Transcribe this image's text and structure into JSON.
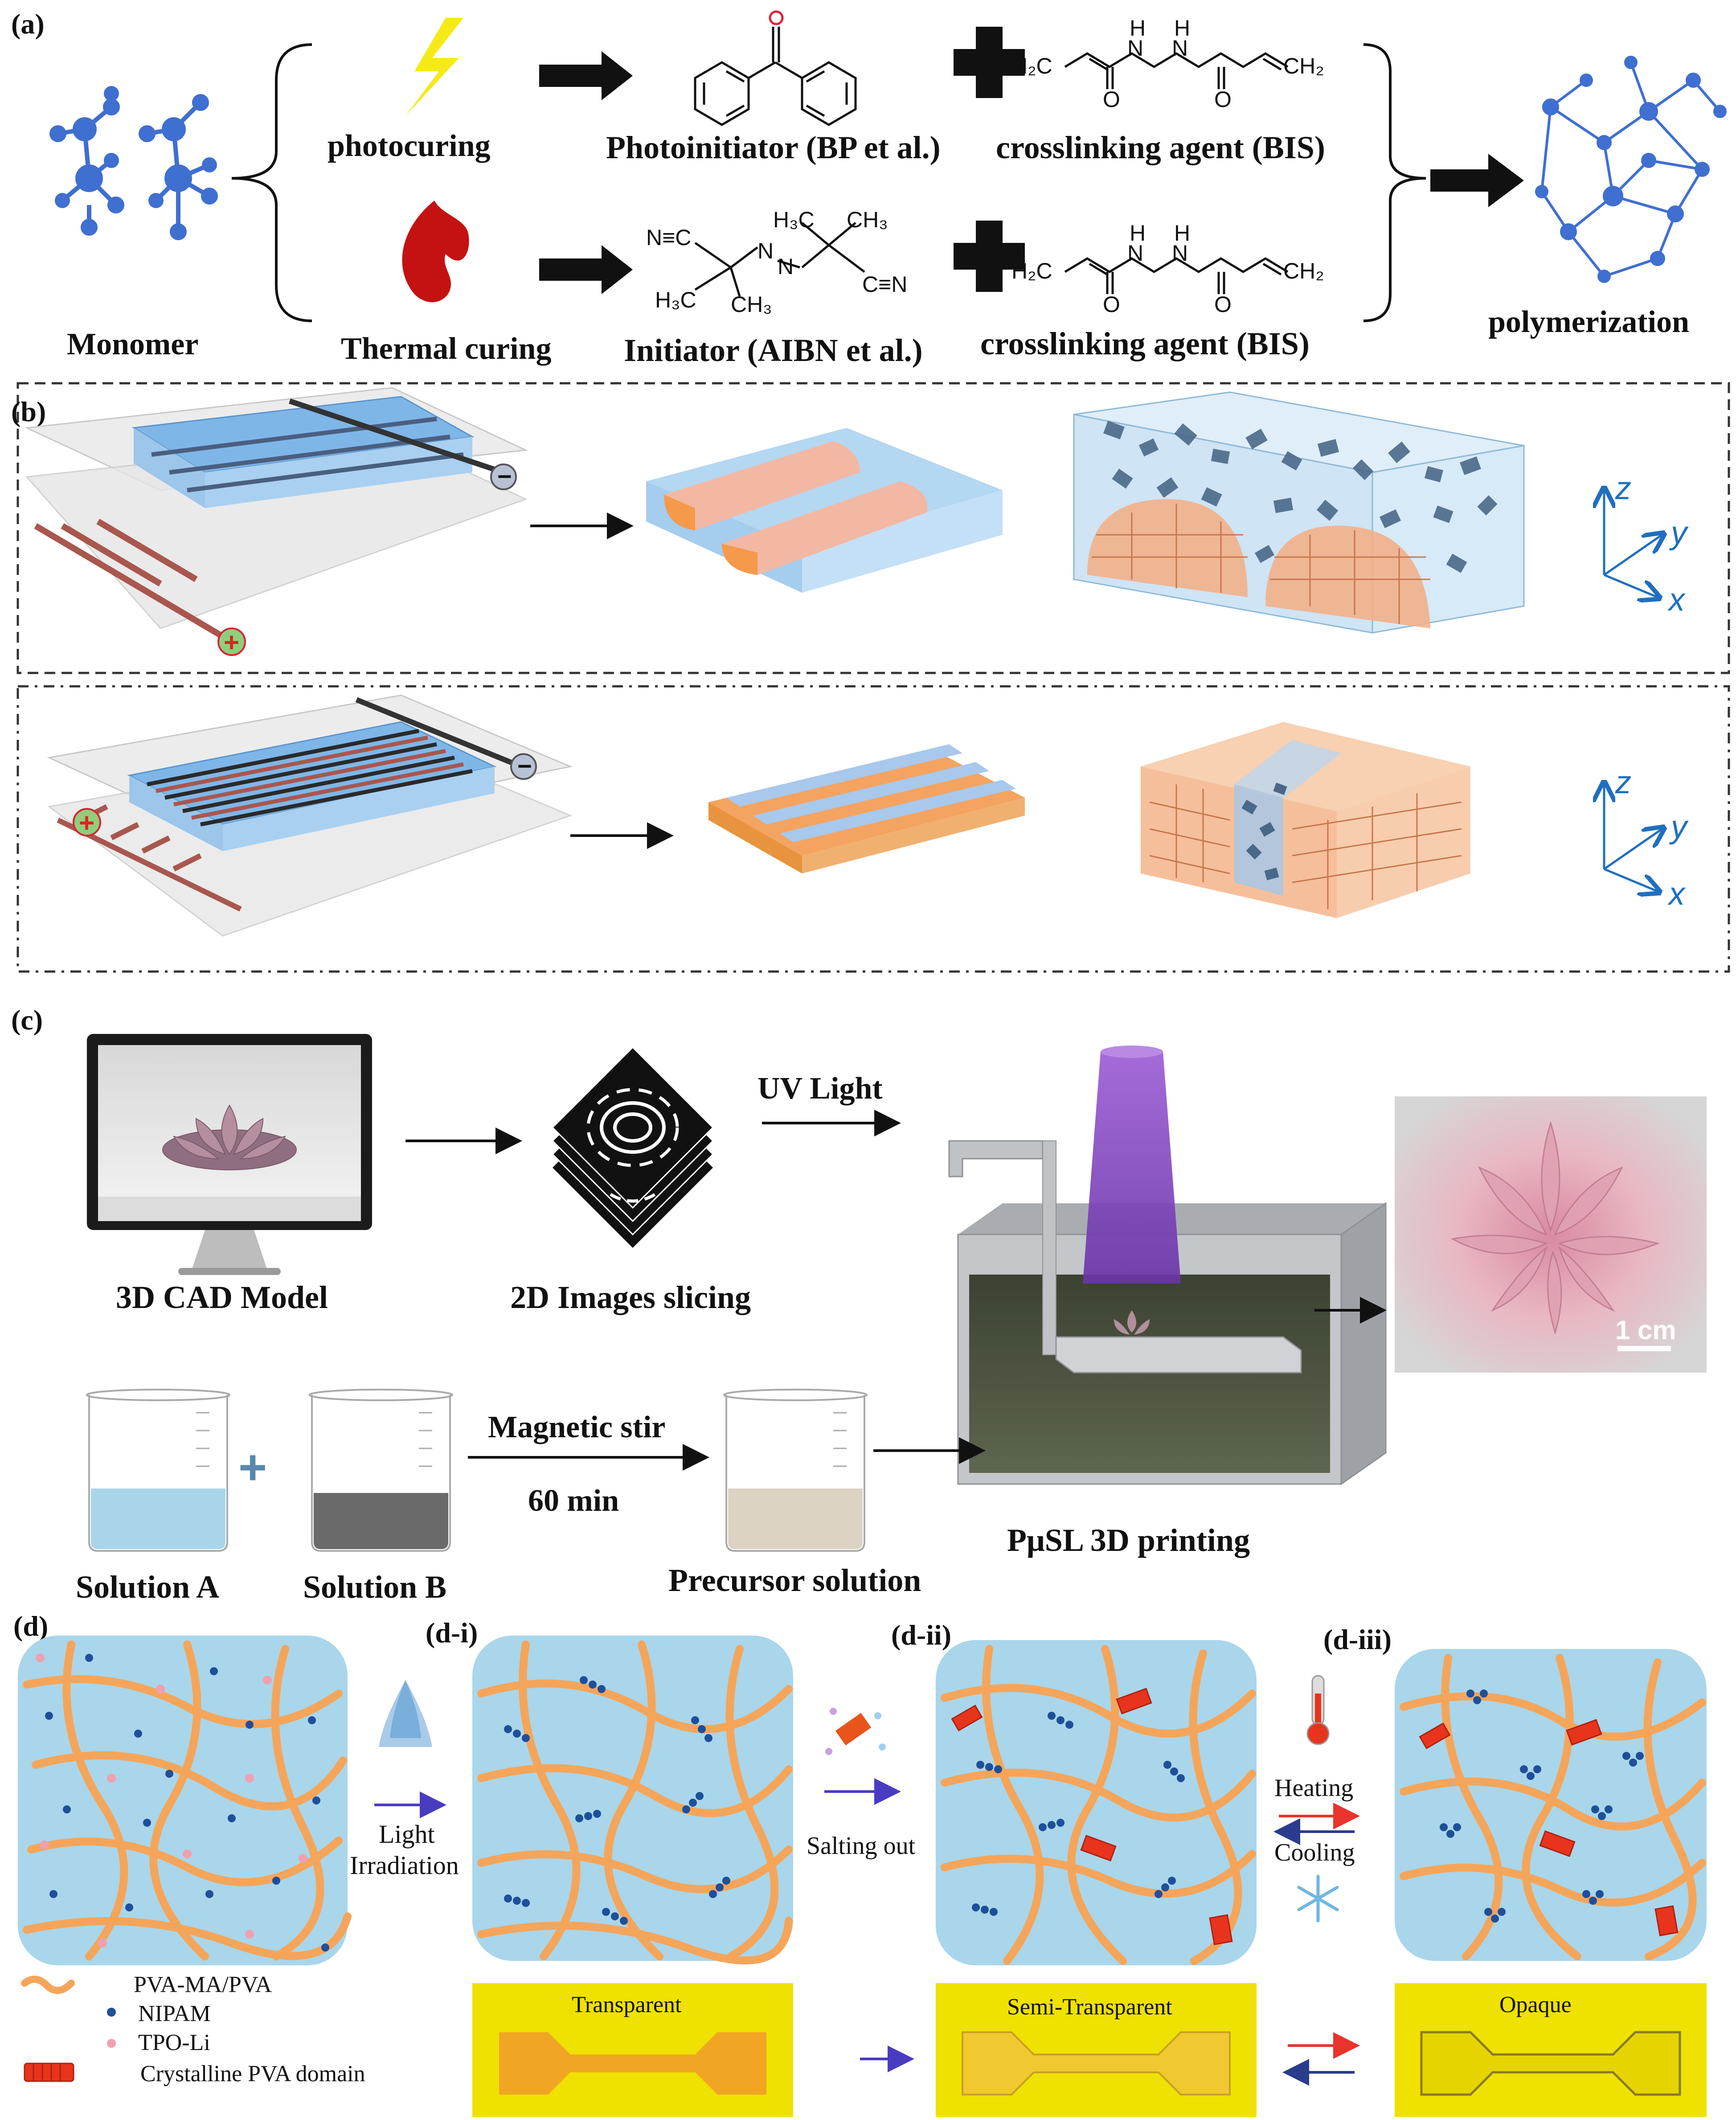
{
  "colors": {
    "monomer_blue": "#3f6fd0",
    "hydrogel_blue": "#a9d6ea",
    "pva_orange": "#f5a55a",
    "nipam_blue": "#1f4f9a",
    "crystal_red": "#e8341c",
    "solution_a_text": "#3b6f96",
    "solution_b_text": "#b8323c",
    "axis_blue": "#1f6fc0",
    "uv_purple": "#8a4cc7",
    "sample_yellow": "#efe100"
  },
  "panel_a": {
    "label": "(a)",
    "monomer_label": "Monomer",
    "photocuring_label": "photocuring",
    "thermal_label": "Thermal curing",
    "photoinitiator_label": "Photoinitiator (BP et al.)",
    "initiator_label": "Initiator (AIBN et al.)",
    "crosslinker_label_top": "crosslinking agent (BIS)",
    "crosslinker_label_bottom": "crosslinking agent (BIS)",
    "polymerization_label": "polymerization",
    "chem": {
      "h2c": "H₂C",
      "ch2": "CH₂",
      "n": "N",
      "h": "H",
      "o": "O",
      "nc": "N≡C",
      "cn": "C≡N",
      "h3c_top": "H₃C",
      "ch3_top": "CH₃",
      "h3c_bottom": "H₃C",
      "ch3_bottom": "CH₃"
    },
    "icons": [
      "lightning-icon",
      "flame-icon",
      "plus-icon"
    ]
  },
  "panel_b": {
    "label": "(b)",
    "minus": "−",
    "plus": "+",
    "axis_z": "z",
    "axis_y": "y",
    "axis_x": "x"
  },
  "panel_c": {
    "label": "(c)",
    "cad_label": "3D CAD Model",
    "slicing_label": "2D Images slicing",
    "uv_label": "UV Light",
    "printing_label": "PμSL 3D printing",
    "scale_bar": "1 cm",
    "stir_label": "Magnetic stir",
    "time_label": "60 min",
    "solution_a": "Solution A",
    "solution_b": "Solution B",
    "precursor": "Precursor solution",
    "plus": "+"
  },
  "panel_d": {
    "label_d": "(d)",
    "label_di": "(d-i)",
    "label_dii": "(d-ii)",
    "label_diii": "(d-iii)",
    "light_irradiation_1": "Light",
    "light_irradiation_2": "Irradiation",
    "salting_out": "Salting out",
    "heating": "Heating",
    "cooling": "Cooling",
    "legend": [
      {
        "label": "PVA-MA/PVA"
      },
      {
        "label": "NIPAM"
      },
      {
        "label": "TPO-Li"
      },
      {
        "label": "Crystalline PVA domain"
      }
    ],
    "samples": [
      "Transparent",
      "Semi-Transparent",
      "Opaque"
    ]
  }
}
